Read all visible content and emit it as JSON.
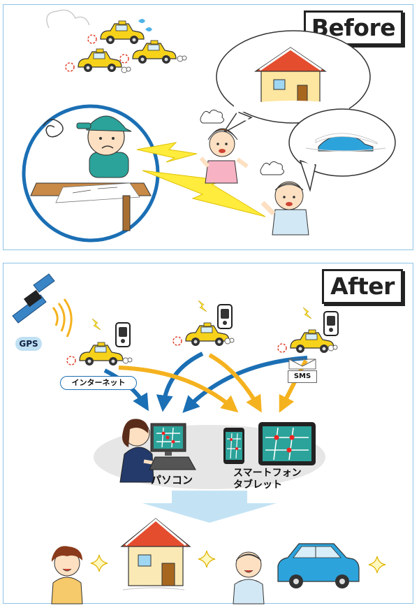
{
  "before": {
    "title": "Before"
  },
  "after": {
    "title": "After",
    "gps_label": "GPS",
    "internet_label": "インターネット",
    "sms_label": "SMS",
    "pc_label": "パソコン",
    "phone_label": "スマートフォン",
    "tablet_label": "タブレット"
  },
  "colors": {
    "border": "#8ec3e6",
    "arrow_blue": "#1b6fb4",
    "arrow_orange": "#f5b21f",
    "car_yellow": "#f7d21a",
    "bolt_yellow": "#ffec3d"
  }
}
